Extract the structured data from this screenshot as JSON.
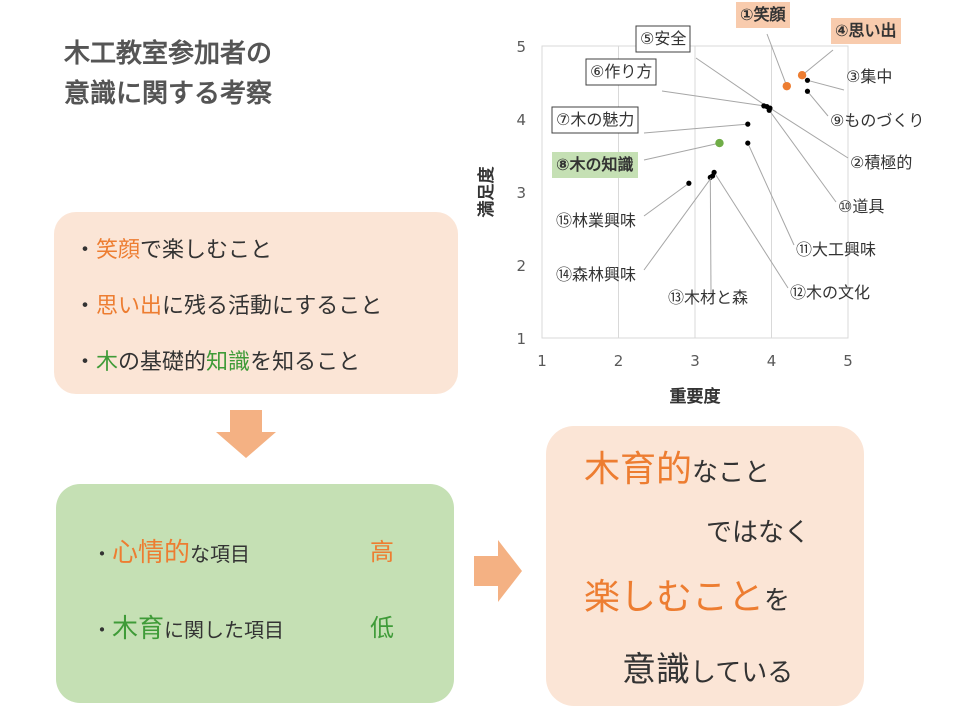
{
  "title": {
    "line1": "木工教室参加者の",
    "line2": "意識に関する考察"
  },
  "box1": {
    "bullet": "・",
    "items": [
      {
        "hl": "笑顔",
        "rest": "で楽しむこと",
        "hl_color": "#ed7d31"
      },
      {
        "hl": "思い出",
        "rest": "に残る活動にすること",
        "hl_color": "#ed7d31"
      },
      {
        "parts": [
          "木",
          "の基礎的",
          "知識",
          "を知ること"
        ],
        "hl_color": "#3f9b38"
      }
    ]
  },
  "box2": {
    "bullet": "・",
    "item1": {
      "hl": "心情的",
      "rest": "な項目",
      "level": "高",
      "color": "#ed7d31"
    },
    "item2": {
      "hl": "木育",
      "rest": "に関した項目",
      "level": "低",
      "color": "#3f9b38"
    }
  },
  "box3": {
    "line1_hl": "木育的",
    "line1_rest": "なこと",
    "line2": "ではなく",
    "line3_hl": "楽しむこと",
    "line3_rest": "を",
    "line4_a": "意識",
    "line4_b": "している"
  },
  "colors": {
    "orange": "#ed7d31",
    "green": "#3f9b38",
    "peach": "#fbe5d6",
    "light_green": "#c5e0b4",
    "label_orange_bg": "#f8cbad",
    "label_green_bg": "#c5e0b4"
  },
  "chart_data": {
    "type": "scatter",
    "xlabel": "重要度",
    "ylabel": "満足度",
    "xlim": [
      1,
      5
    ],
    "ylim": [
      1,
      5
    ],
    "xticks": [
      "1",
      "2",
      "3",
      "4",
      "5"
    ],
    "yticks": [
      "1",
      "2",
      "3",
      "4",
      "5"
    ],
    "grid": "vertical",
    "points": [
      {
        "label": "①笑顔",
        "x": 4.2,
        "y": 4.45,
        "color": "#ed7d31",
        "style": "orange-box"
      },
      {
        "label": "②積極的",
        "x": 3.98,
        "y": 4.15,
        "color": "#000000",
        "style": "plain"
      },
      {
        "label": "③集中",
        "x": 4.47,
        "y": 4.53,
        "color": "#000000",
        "style": "plain"
      },
      {
        "label": "④思い出",
        "x": 4.4,
        "y": 4.6,
        "color": "#ed7d31",
        "style": "orange-box"
      },
      {
        "label": "⑤安全",
        "x": 3.94,
        "y": 4.17,
        "color": "#000000",
        "style": "box"
      },
      {
        "label": "⑥作り方",
        "x": 3.9,
        "y": 4.18,
        "color": "#000000",
        "style": "box"
      },
      {
        "label": "⑦木の魅力",
        "x": 3.69,
        "y": 3.93,
        "color": "#000000",
        "style": "box"
      },
      {
        "label": "⑧木の知識",
        "x": 3.32,
        "y": 3.67,
        "color": "#70ad47",
        "style": "green-box"
      },
      {
        "label": "⑨ものづくり",
        "x": 4.47,
        "y": 4.38,
        "color": "#000000",
        "style": "plain"
      },
      {
        "label": "⑩道具",
        "x": 3.97,
        "y": 4.12,
        "color": "#000000",
        "style": "plain"
      },
      {
        "label": "⑪大工興味",
        "x": 3.69,
        "y": 3.67,
        "color": "#000000",
        "style": "plain"
      },
      {
        "label": "⑫木の文化",
        "x": 3.25,
        "y": 3.27,
        "color": "#000000",
        "style": "plain"
      },
      {
        "label": "⑬木材と森",
        "x": 3.2,
        "y": 3.2,
        "color": "#000000",
        "style": "plain"
      },
      {
        "label": "⑭森林興味",
        "x": 3.23,
        "y": 3.22,
        "color": "#000000",
        "style": "plain"
      },
      {
        "label": "⑮林業興味",
        "x": 2.92,
        "y": 3.12,
        "color": "#000000",
        "style": "plain"
      }
    ]
  }
}
